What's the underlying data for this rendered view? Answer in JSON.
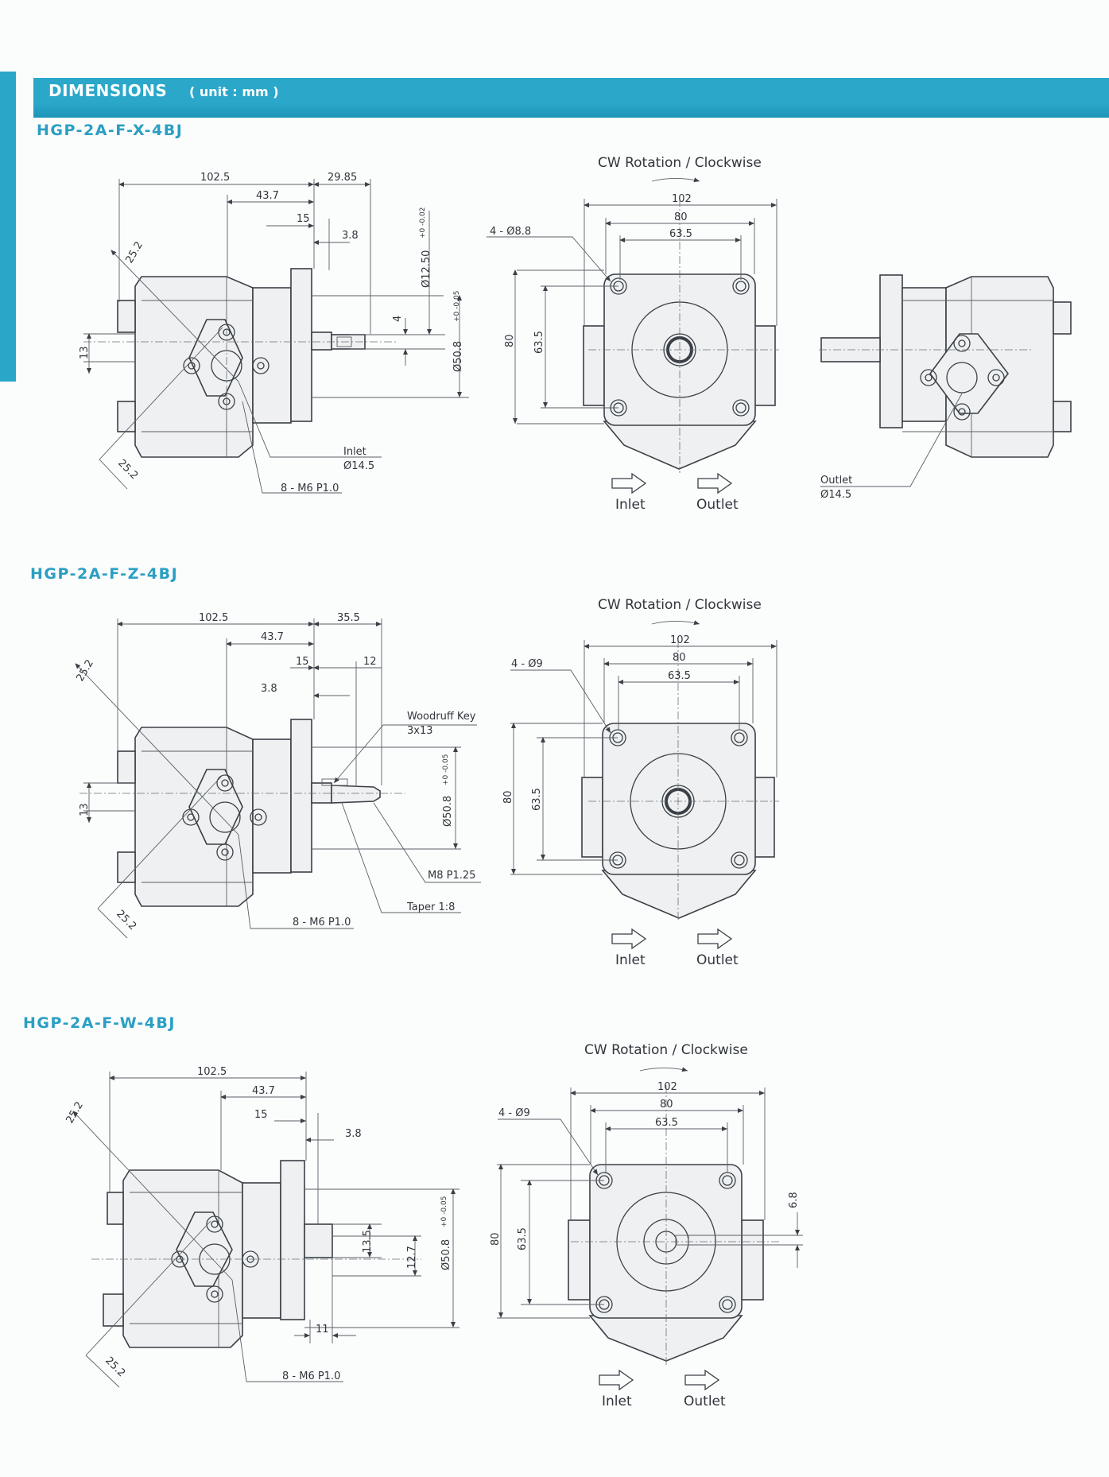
{
  "header": {
    "title": "DIMENSIONS",
    "unit": "( unit : mm )"
  },
  "colors": {
    "accent": "#2aa7c9",
    "model_text": "#2a9fc3"
  },
  "models": [
    {
      "name": "HGP-2A-F-X-4BJ",
      "rotation": "CW Rotation / Clockwise",
      "inlet": "Inlet",
      "outlet": "Outlet",
      "side": {
        "length": "102.5",
        "flange": "43.7",
        "shaft": "29.85",
        "d15": "15",
        "d38": "3.8",
        "diag": "25.2",
        "h13": "13",
        "key": "4",
        "shaft_dia": "Ø12.50",
        "shaft_tol": "+0 -0.02",
        "pilot_dia": "Ø50.8",
        "pilot_tol": "+0 -0.05",
        "inlet_label": "Inlet",
        "inlet_dia": "Ø14.5",
        "thread": "8 - M6 P1.0"
      },
      "front": {
        "w102": "102",
        "w80": "80",
        "w635": "63.5",
        "holes": "4 - Ø8.8",
        "h80": "80",
        "h635": "63.5"
      },
      "rear": {
        "outlet_label": "Outlet",
        "outlet_dia": "Ø14.5"
      }
    },
    {
      "name": "HGP-2A-F-Z-4BJ",
      "rotation": "CW Rotation / Clockwise",
      "inlet": "Inlet",
      "outlet": "Outlet",
      "side": {
        "length": "102.5",
        "flange": "43.7",
        "shaft": "35.5",
        "d15": "15",
        "d12": "12",
        "d38": "3.8",
        "diag": "25.2",
        "h13": "13",
        "key_label": "Woodruff Key",
        "key_size": "3x13",
        "pilot_dia": "Ø50.8",
        "pilot_tol": "+0 -0.05",
        "thread_end": "M8  P1.25",
        "taper": "Taper 1:8",
        "thread": "8 - M6 P1.0"
      },
      "front": {
        "w102": "102",
        "w80": "80",
        "w635": "63.5",
        "holes": "4 - Ø9",
        "h80": "80",
        "h635": "63.5"
      }
    },
    {
      "name": "HGP-2A-F-W-4BJ",
      "rotation": "CW Rotation / Clockwise",
      "inlet": "Inlet",
      "outlet": "Outlet",
      "side": {
        "length": "102.5",
        "flange": "43.7",
        "d15": "15",
        "d38": "3.8",
        "diag": "25.2",
        "h135": "13.5",
        "h127": "12.7",
        "pilot_dia": "Ø50.8",
        "pilot_tol": "+0 -0.05",
        "d11": "11",
        "thread": "8 - M6 P1.0"
      },
      "front": {
        "w102": "102",
        "w80": "80",
        "w635": "63.5",
        "holes": "4 - Ø9",
        "h80": "80",
        "h635": "63.5",
        "key_w": "6.8"
      }
    }
  ]
}
